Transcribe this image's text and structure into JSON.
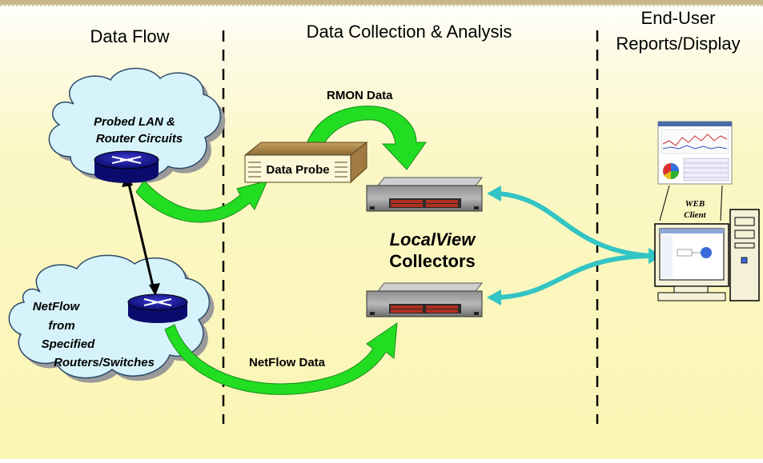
{
  "headers": {
    "data_flow": "Data Flow",
    "collection": "Data Collection & Analysis",
    "end_user_line1": "End-User",
    "end_user_line2": "Reports/Display"
  },
  "flows": {
    "rmon": "RMON Data",
    "netflow": "NetFlow Data"
  },
  "probe": {
    "label": "Data Probe"
  },
  "clouds": {
    "lan": [
      "Probed LAN &",
      "Router Circuits"
    ],
    "netflow": [
      "NetFlow",
      "from",
      "Specified",
      "Routers/Switches"
    ]
  },
  "collectors": {
    "product": "LocalView",
    "label": "Collectors"
  },
  "client": {
    "line1": "WEB",
    "line2": "Client"
  },
  "colors": {
    "accent_bar": "#c9b98a",
    "green_arrow": "#22dd22",
    "teal_arrow": "#33c4c4",
    "router_blue": "#1a1a9a",
    "cloud_fill": "#d6f3fb",
    "background": "#fbf6b4"
  }
}
